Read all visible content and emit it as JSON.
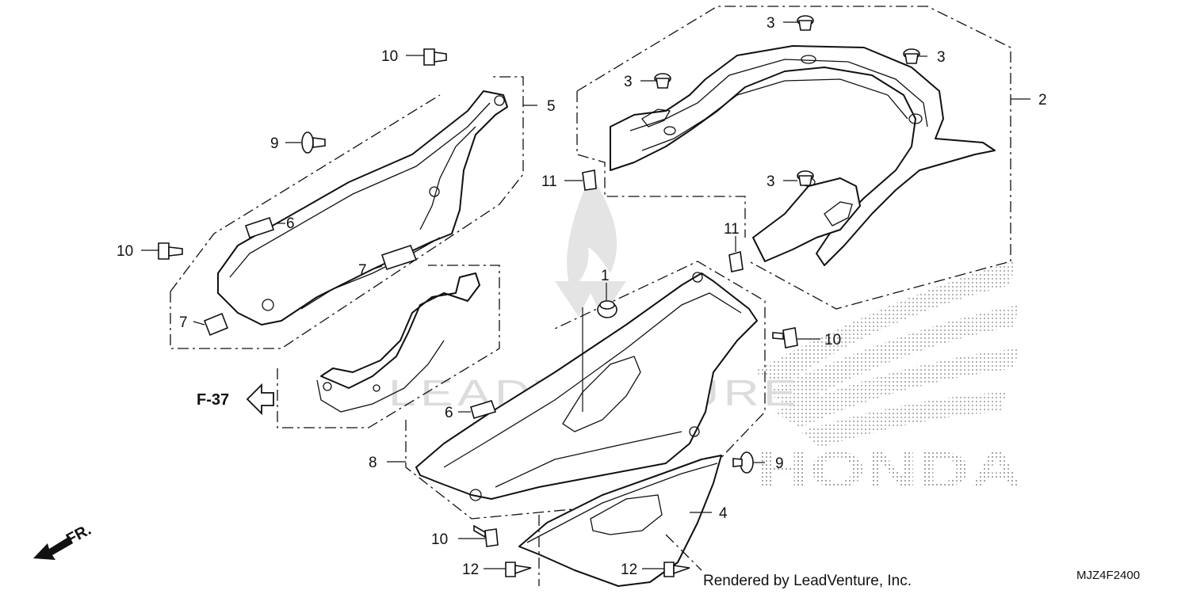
{
  "diagram": {
    "callouts": {
      "c1": "1",
      "c2": "2",
      "c3a": "3",
      "c3b": "3",
      "c3c": "3",
      "c3d": "3",
      "c4": "4",
      "c5": "5",
      "c6a": "6",
      "c6b": "6",
      "c7a": "7",
      "c7b": "7",
      "c8": "8",
      "c9a": "9",
      "c9b": "9",
      "c10a": "10",
      "c10b": "10",
      "c10c": "10",
      "c10d": "10",
      "c11a": "11",
      "c11b": "11",
      "c12a": "12",
      "c12b": "12"
    },
    "reference": "F-37",
    "front_marker": "FR.",
    "watermark_brand": "HONDA",
    "watermark_text": "LEADVENTURE",
    "credit": "Rendered by LeadVenture, Inc.",
    "diagram_code": "MJZ4F2400"
  }
}
